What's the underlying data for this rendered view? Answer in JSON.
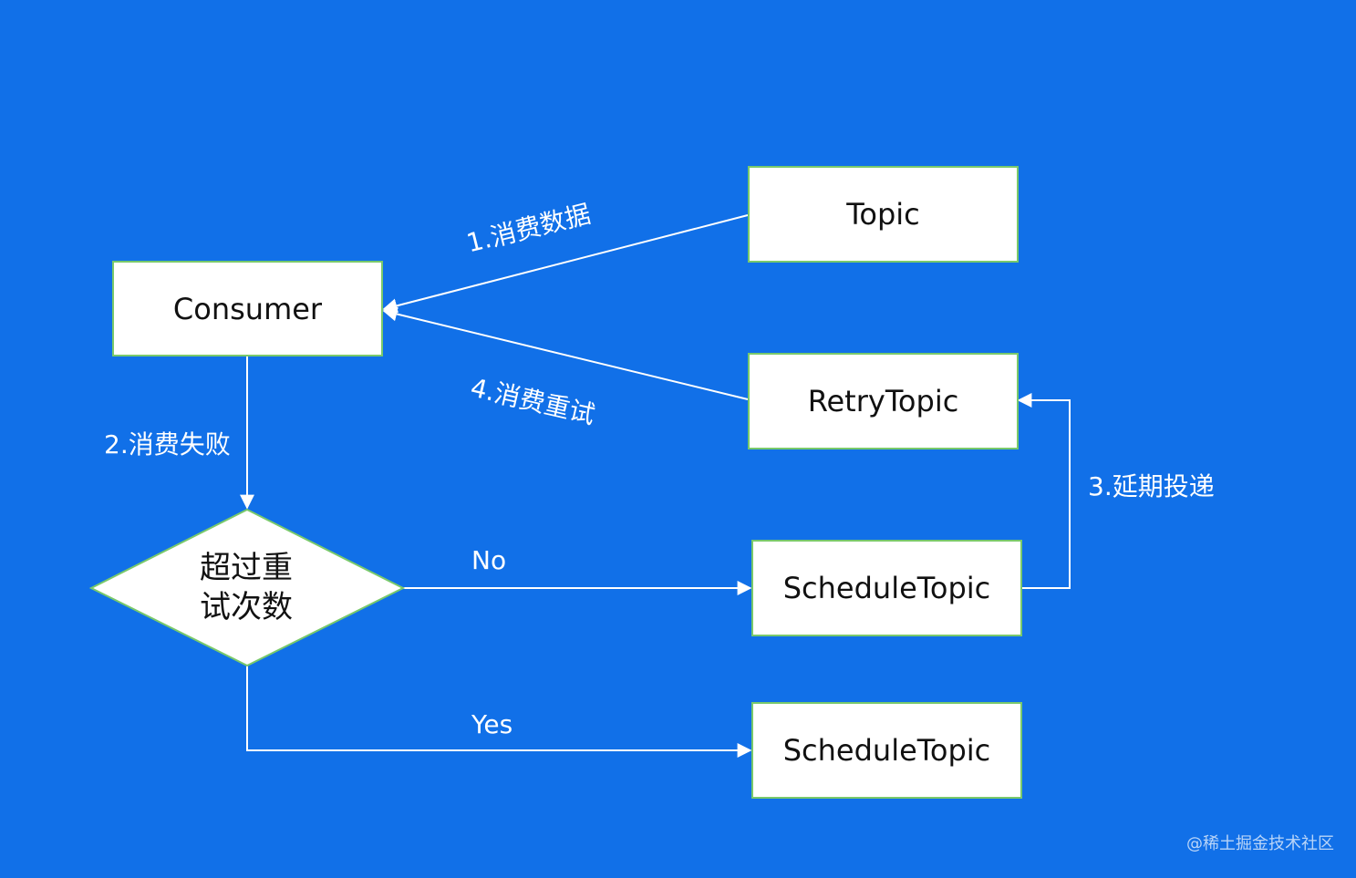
{
  "nodes": {
    "topic": {
      "label": "Topic"
    },
    "consumer": {
      "label": "Consumer"
    },
    "retry_topic": {
      "label": "RetryTopic"
    },
    "schedule_topic_no": {
      "label": "ScheduleTopic"
    },
    "schedule_topic_yes": {
      "label": "ScheduleTopic"
    }
  },
  "decision": {
    "line1": "超过重",
    "line2": "试次数"
  },
  "edges": {
    "consume_data": "1.消费数据",
    "consume_fail": "2.消费失败",
    "delay_delivery": "3.延期投递",
    "consume_retry": "4.消费重试",
    "no": "No",
    "yes": "Yes"
  },
  "watermark": "@稀土掘金技术社区",
  "colors": {
    "background": "#1170e8",
    "node_fill": "#ffffff",
    "node_border": "#79c96b",
    "edge": "#ffffff"
  }
}
